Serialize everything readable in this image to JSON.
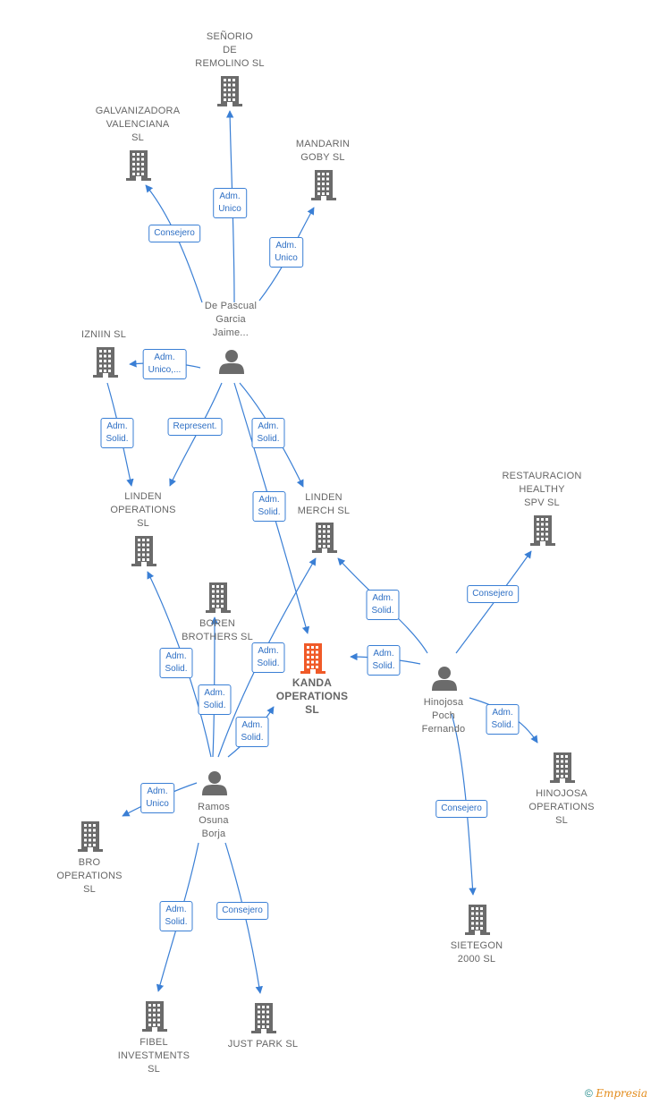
{
  "colors": {
    "edge": "#3a7fd5",
    "company_icon": "#6b6b6b",
    "focus_icon": "#f05a28",
    "person_icon": "#6b6b6b"
  },
  "nodes": [
    {
      "id": "senorio",
      "type": "company",
      "label": "SEÑORIO\nDE\nREMOLINO  SL"
    },
    {
      "id": "galvan",
      "type": "company",
      "label": "GALVANIZADORA\nVALENCIANA\nSL"
    },
    {
      "id": "mandarin",
      "type": "company",
      "label": "MANDARIN\nGOBY  SL"
    },
    {
      "id": "izniin",
      "type": "company",
      "label": "IZNIIN  SL"
    },
    {
      "id": "linden_ops",
      "type": "company",
      "label": "LINDEN\nOPERATIONS\nSL"
    },
    {
      "id": "linden_merch",
      "type": "company",
      "label": "LINDEN\nMERCH  SL"
    },
    {
      "id": "restauracion",
      "type": "company",
      "label": "RESTAURACION\nHEALTHY\nSPV  SL"
    },
    {
      "id": "boren",
      "type": "company",
      "label": "BOREN\nBROTHERS  SL"
    },
    {
      "id": "kanda",
      "type": "focus",
      "label": "KANDA\nOPERATIONS\nSL"
    },
    {
      "id": "hinojosa_ops",
      "type": "company",
      "label": "HINOJOSA\nOPERATIONS\nSL"
    },
    {
      "id": "bro",
      "type": "company",
      "label": "BRO\nOPERATIONS\nSL"
    },
    {
      "id": "sietegon",
      "type": "company",
      "label": "SIETEGON\n2000  SL"
    },
    {
      "id": "fibel",
      "type": "company",
      "label": "FIBEL\nINVESTMENTS\nSL"
    },
    {
      "id": "justpark",
      "type": "company",
      "label": "JUST PARK  SL"
    },
    {
      "id": "depascual",
      "type": "person",
      "label": "De Pascual\nGarcia\nJaime..."
    },
    {
      "id": "hinojosa",
      "type": "person",
      "label": "Hinojosa\nPoch\nFernando"
    },
    {
      "id": "ramos",
      "type": "person",
      "label": "Ramos\nOsuna\nBorja"
    }
  ],
  "edges": [
    {
      "from": "depascual",
      "to": "senorio",
      "role": "Adm.\nUnico"
    },
    {
      "from": "depascual",
      "to": "galvan",
      "role": "Consejero"
    },
    {
      "from": "depascual",
      "to": "mandarin",
      "role": "Adm.\nUnico"
    },
    {
      "from": "depascual",
      "to": "izniin",
      "role": "Adm.\nUnico,..."
    },
    {
      "from": "depascual",
      "to": "linden_ops",
      "role": "Represent."
    },
    {
      "from": "depascual",
      "to": "linden_merch",
      "role": "Adm.\nSolid."
    },
    {
      "from": "depascual",
      "to": "kanda",
      "role": "Adm.\nSolid."
    },
    {
      "from": "izniin",
      "to": "linden_ops",
      "role": "Adm.\nSolid."
    },
    {
      "from": "hinojosa",
      "to": "restauracion",
      "role": "Consejero"
    },
    {
      "from": "hinojosa",
      "to": "linden_merch",
      "role": "Adm.\nSolid."
    },
    {
      "from": "hinojosa",
      "to": "kanda",
      "role": "Adm.\nSolid."
    },
    {
      "from": "hinojosa",
      "to": "hinojosa_ops",
      "role": "Adm.\nSolid."
    },
    {
      "from": "hinojosa",
      "to": "sietegon",
      "role": "Consejero"
    },
    {
      "from": "ramos",
      "to": "linden_ops",
      "role": "Adm.\nSolid."
    },
    {
      "from": "ramos",
      "to": "boren",
      "role": "Adm.\nSolid."
    },
    {
      "from": "ramos",
      "to": "linden_merch",
      "role": "Adm.\nSolid."
    },
    {
      "from": "ramos",
      "to": "kanda",
      "role": "Adm.\nSolid."
    },
    {
      "from": "ramos",
      "to": "bro",
      "role": "Adm.\nUnico"
    },
    {
      "from": "ramos",
      "to": "fibel",
      "role": "Adm.\nSolid."
    },
    {
      "from": "ramos",
      "to": "justpark",
      "role": "Consejero"
    }
  ],
  "footer": {
    "copyright": "©",
    "brand": "Empresia"
  }
}
